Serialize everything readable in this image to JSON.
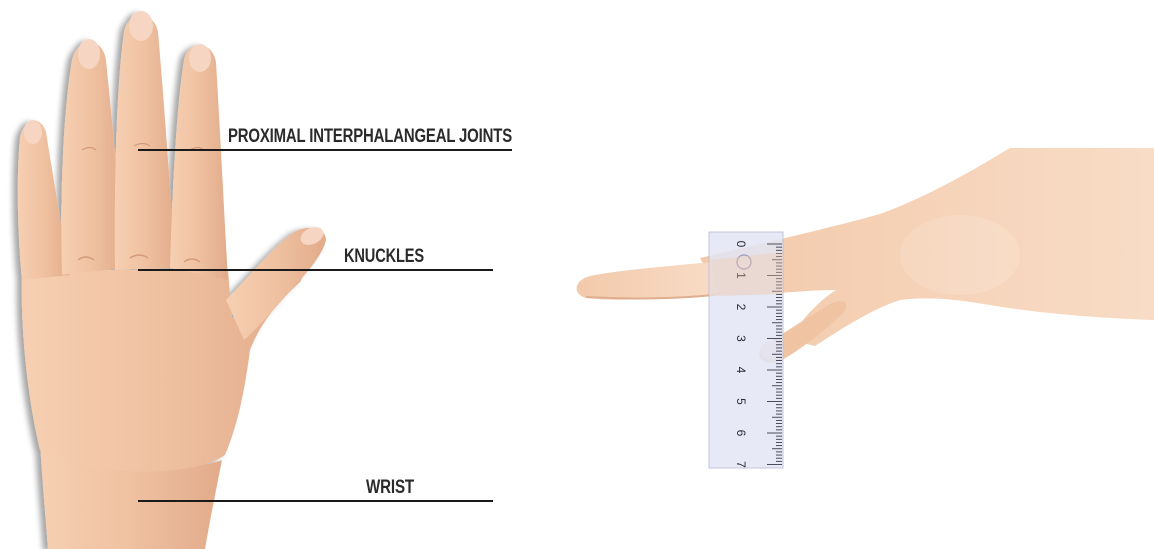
{
  "labels": {
    "pip": "PROXIMAL INTERPHALANGEAL JOINTS",
    "knuckles": "KNUCKLES",
    "wrist": "WRIST"
  },
  "ruler": {
    "numbers": [
      "0",
      "1",
      "2",
      "3",
      "4",
      "5",
      "6",
      "7"
    ]
  },
  "colors": {
    "skin": "#f1c7a6",
    "skin_shadow": "#dca07f",
    "line": "#1a1a1a",
    "ruler": "#e3e6f5"
  }
}
